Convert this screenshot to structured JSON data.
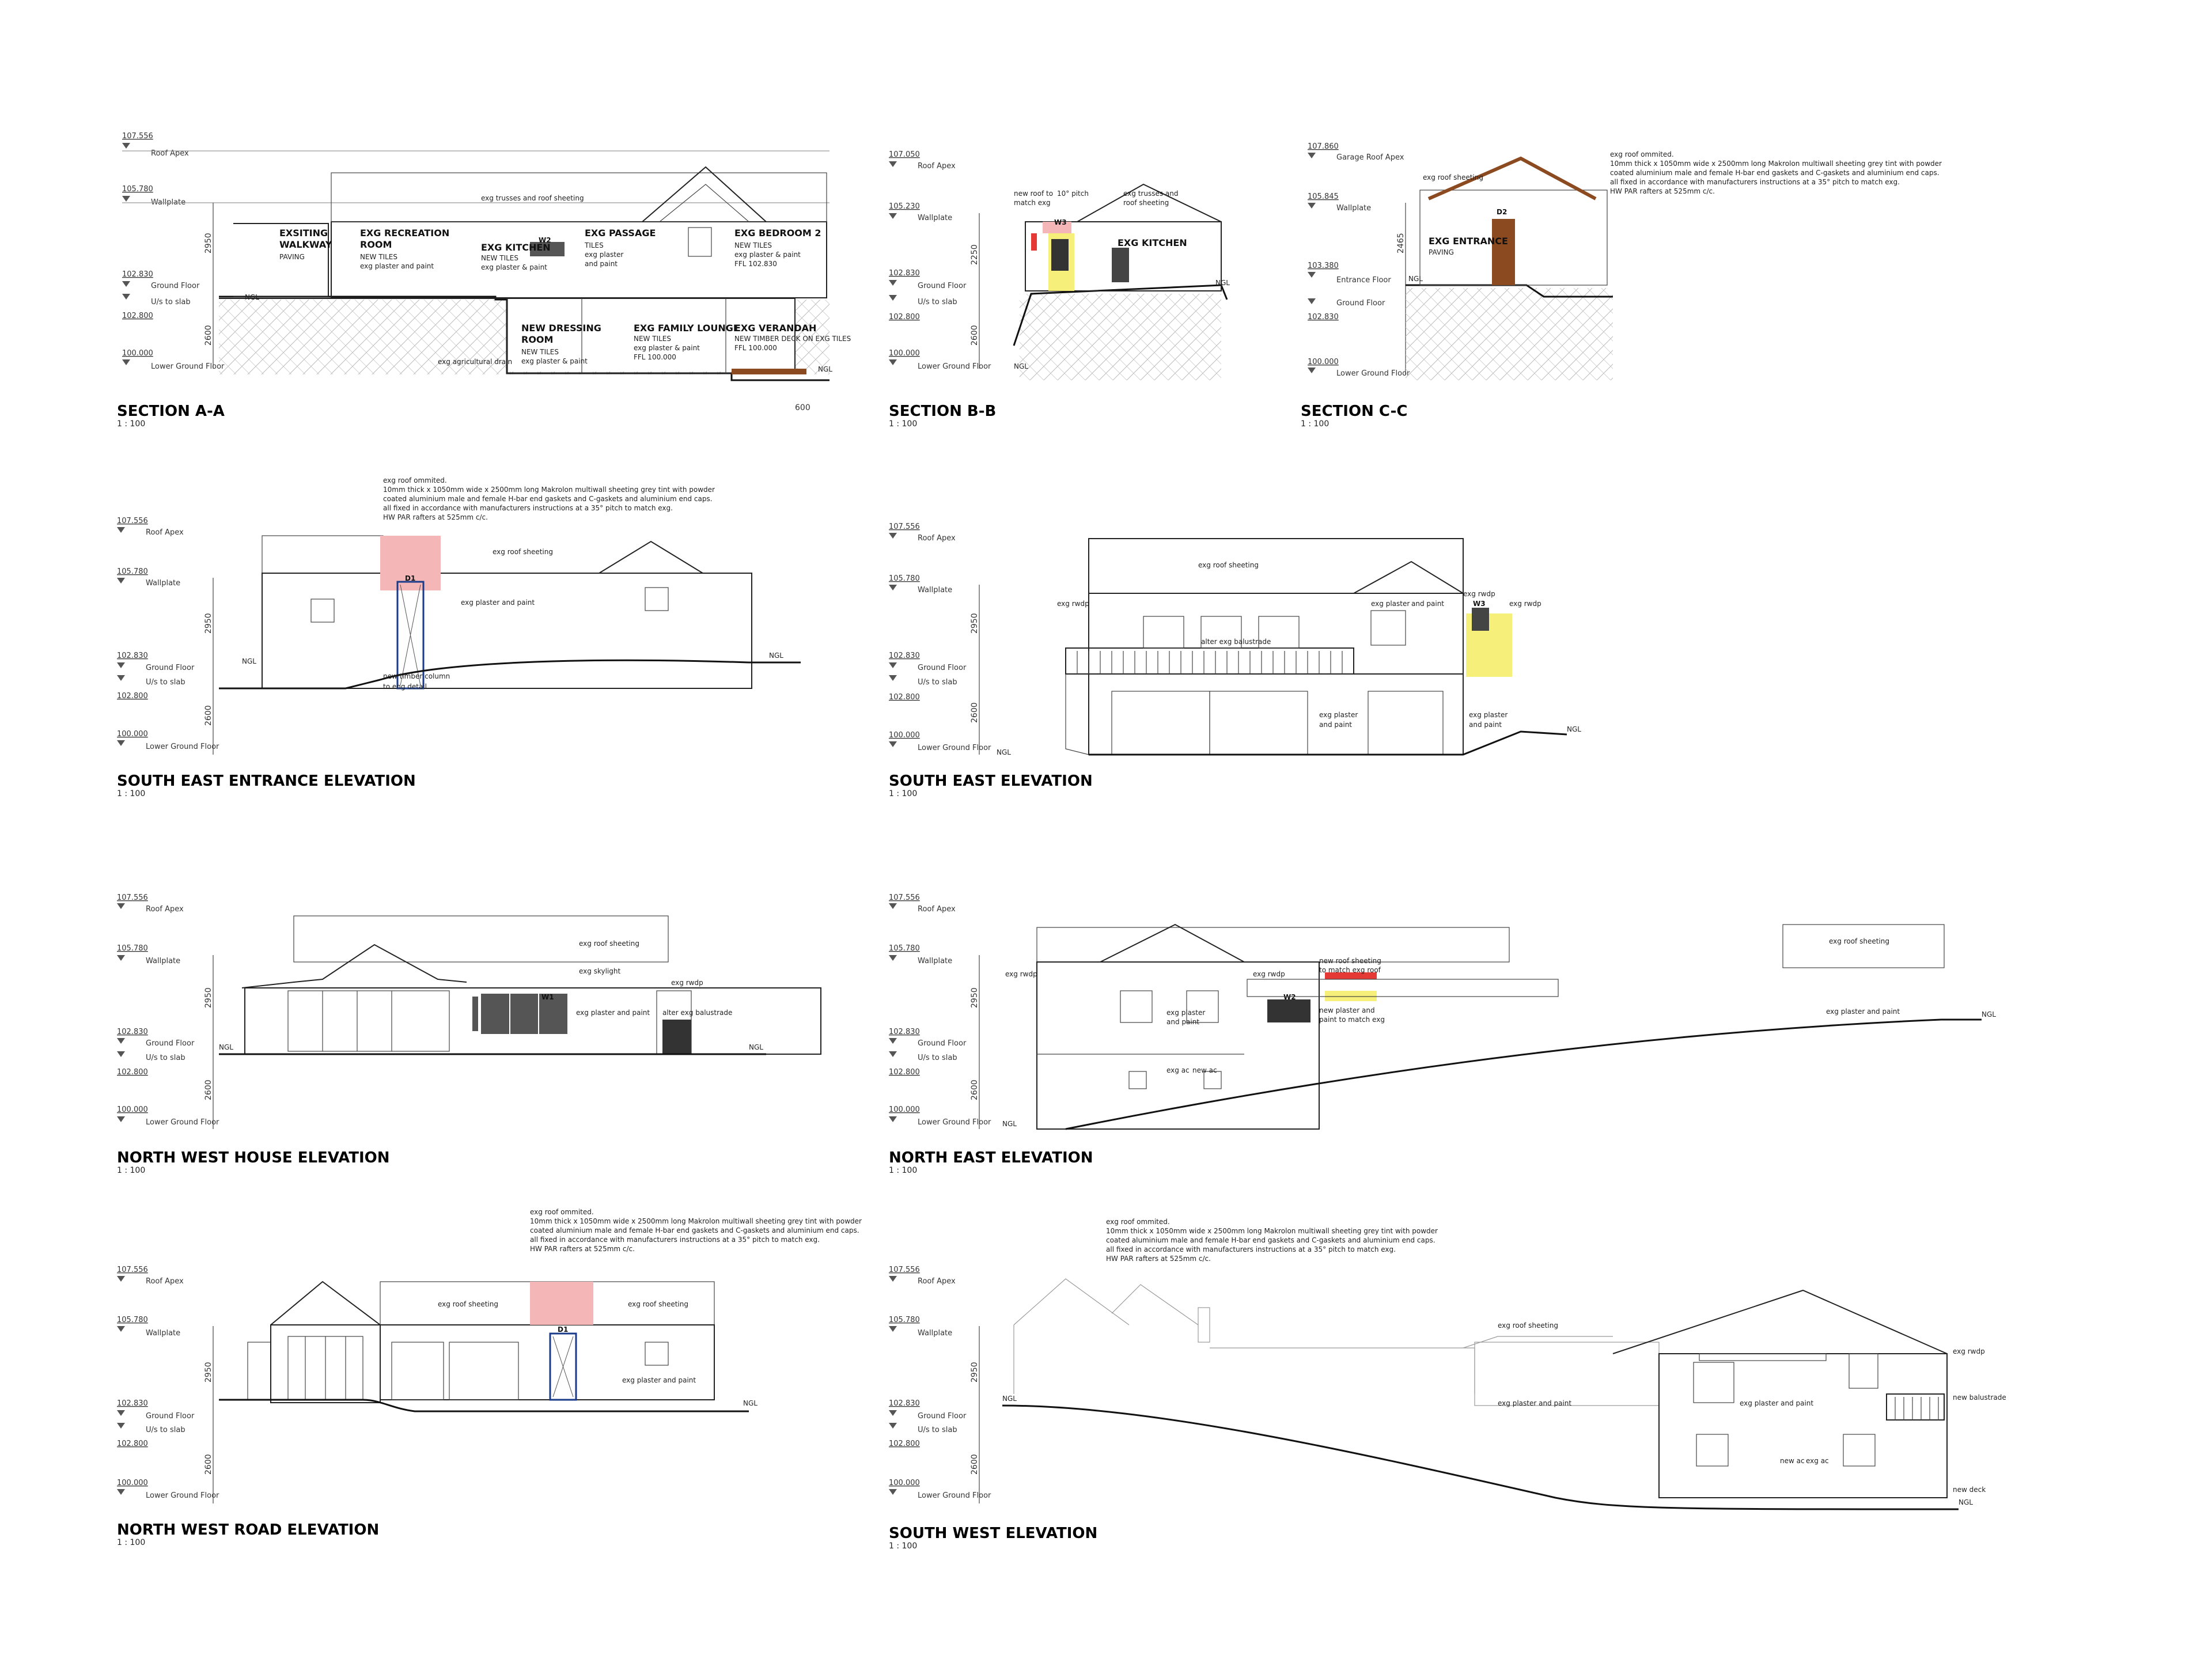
{
  "levels": {
    "roof_apex": {
      "value": "107.556",
      "label": "Roof Apex"
    },
    "wallplate": {
      "value": "105.780",
      "label": "Wallplate"
    },
    "ground_floor": {
      "value": "102.830",
      "label": "Ground Floor"
    },
    "us_slab": {
      "value": "102.800",
      "label": "U/s to slab"
    },
    "lower_ground": {
      "value": "100.000",
      "label": "Lower Ground Floor"
    },
    "entrance_floor": {
      "value": "103.380",
      "label": "Entrance Floor"
    },
    "garage_roof_apex": {
      "value": "107.860",
      "label": "Garage Roof Apex"
    },
    "wallplate_c": {
      "value": "105.845",
      "label": "Wallplate"
    },
    "roof_apex_b": {
      "value": "107.050",
      "label": "Roof Apex"
    },
    "wallplate_b": {
      "value": "105.230",
      "label": "Wallplate"
    }
  },
  "dims": {
    "d2950": "2950",
    "d2600": "2600",
    "d2250": "2250",
    "d2465": "2465",
    "d600": "600"
  },
  "ngl": "NGL",
  "scale": "1 : 100",
  "makrolon_note": [
    "exg roof ommited.",
    "10mm thick x 1050mm wide x 2500mm long Makrolon multiwall sheeting grey tint with powder",
    "coated aluminium male and female H-bar end gaskets and C-gaskets and aluminium end caps.",
    "all fixed in accordance with manufacturers instructions at a 35° pitch to match exg.",
    "HW PAR rafters at 525mm c/c."
  ],
  "drawings": {
    "section_aa": {
      "title": "SECTION A-A",
      "rooms": {
        "walkway": {
          "name1": "EXSITING",
          "name2": "WALKWAY",
          "note": "PAVING"
        },
        "recreation": {
          "name1": "EXG RECREATION",
          "name2": "ROOM",
          "note1": "NEW TILES",
          "note2": "exg plaster and paint"
        },
        "kitchen": {
          "name": "EXG KITCHEN",
          "note1": "NEW TILES",
          "note2": "exg plaster & paint"
        },
        "passage": {
          "name": "EXG PASSAGE",
          "note1": "TILES",
          "note2": "exg plaster",
          "note3": "and paint"
        },
        "bedroom2": {
          "name": "EXG BEDROOM 2",
          "note1": "NEW TILES",
          "note2": "exg plaster & paint",
          "note3": "FFL 102.830"
        },
        "dressing": {
          "name1": "NEW DRESSING",
          "name2": "ROOM",
          "note1": "NEW TILES",
          "note2": "exg plaster & paint"
        },
        "family": {
          "name": "EXG FAMILY LOUNGE",
          "note1": "NEW TILES",
          "note2": "exg plaster & paint",
          "note3": "FFL 100.000"
        },
        "verandah": {
          "name": "EXG VERANDAH",
          "note1": "NEW TIMBER DECK ON EXG TILES",
          "note2": "FFL 100.000"
        }
      },
      "trusses": "exg trusses and roof sheeting",
      "drain": "exg agricultural drain",
      "tag_w2": "W2"
    },
    "section_bb": {
      "title": "SECTION B-B",
      "new_roof": "new roof to",
      "match_exg": "match exg",
      "pitch": "10° pitch",
      "trusses1": "exg trusses and",
      "trusses2": "roof sheeting",
      "kitchen": "EXG KITCHEN",
      "tag_w3": "W3"
    },
    "section_cc": {
      "title": "SECTION C-C",
      "roof": "exg roof sheeting",
      "entrance": "EXG ENTRANCE",
      "paving": "PAVING",
      "tag_d2": "D2"
    },
    "se_entrance": {
      "title": "SOUTH EAST ENTRANCE ELEVATION",
      "roof": "exg roof sheeting",
      "plaster": "exg plaster and paint",
      "column1": "new timber column",
      "column2": "to eng detail",
      "tag_d1": "D1"
    },
    "se_elev": {
      "title": "SOUTH EAST ELEVATION",
      "roof": "exg roof sheeting",
      "rwdp": "exg rwdp",
      "balustrade": "alter exg balustrade",
      "plaster1": "exg plaster",
      "plaster2": "and paint",
      "tag_w3": "W3"
    },
    "nw_house": {
      "title": "NORTH WEST HOUSE ELEVATION",
      "roof": "exg roof sheeting",
      "skylight": "exg skylight",
      "rwdp": "exg rwdp",
      "plaster": "exg plaster and paint",
      "balustrade": "alter exg balustrade",
      "tag_w1": "W1"
    },
    "ne_elev": {
      "title": "NORTH EAST ELEVATION",
      "roof": "exg roof sheeting",
      "rwdp": "exg rwdp",
      "new_roof1": "new roof sheeting",
      "new_roof2": "to match exg roof",
      "new_plaster1": "new plaster and",
      "new_plaster2": "paint to match exg",
      "plaster": "exg plaster and paint",
      "plaster1": "exg plaster",
      "plaster2": "and paint",
      "ac": "exg ac",
      "new_ac": "new ac",
      "tag_w2": "W2"
    },
    "nw_road": {
      "title": "NORTH WEST ROAD ELEVATION",
      "roof": "exg roof sheeting",
      "plaster": "exg plaster and paint",
      "tag_d1": "D1"
    },
    "sw_elev": {
      "title": "SOUTH WEST ELEVATION",
      "roof": "exg roof sheeting",
      "plaster": "exg plaster and paint",
      "rwdp": "exg rwdp",
      "balustrade": "new balustrade",
      "ac": "exg ac",
      "new_ac": "new ac",
      "deck": "new deck"
    }
  }
}
